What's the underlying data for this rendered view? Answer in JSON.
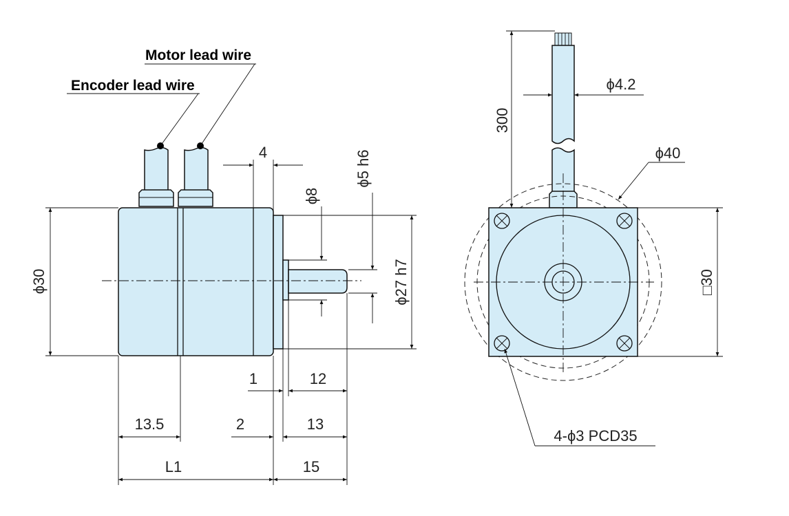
{
  "callouts": {
    "motor_lead_wire": "Motor lead wire",
    "encoder_lead_wire": "Encoder lead wire"
  },
  "dimensions": {
    "dia_body": "ϕ30",
    "shaft_step": "4",
    "dia_shaft_small": "ϕ8",
    "dia_shaft": "ϕ5 h6",
    "dia_pilot": "ϕ27 h7",
    "d1": "1",
    "d12": "12",
    "d13_5": "13.5",
    "d2": "2",
    "d13": "13",
    "L1": "L1",
    "d15": "15",
    "cable_len": "300",
    "dia_cable": "ϕ4.2",
    "dia_outer": "ϕ40",
    "square": "□30",
    "holes": "4-ϕ3 PCD35"
  },
  "colors": {
    "body_fill": "#d4ecf7",
    "line": "#111111"
  }
}
